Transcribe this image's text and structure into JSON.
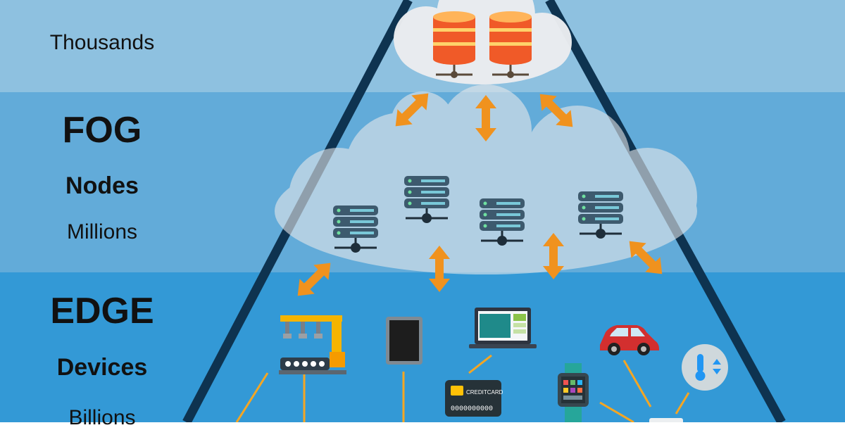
{
  "tiers": {
    "cloud": {
      "count": "Thousands"
    },
    "fog": {
      "title": "FOG",
      "subtitle": "Nodes",
      "count": "Millions"
    },
    "edge": {
      "title": "EDGE",
      "subtitle": "Devices",
      "count": "Billions"
    }
  },
  "devices": {
    "credit_card_label": "CREDITCARD",
    "credit_card_number": "0000000000"
  },
  "colors": {
    "cloud_band": "#8ec1e0",
    "fog_band": "#62abd9",
    "edge_band": "#3399d6",
    "pyramid_edge": "#0e3350",
    "arrow": "#f0921e",
    "database": "#f05a28",
    "server": "#3d5a6e"
  }
}
